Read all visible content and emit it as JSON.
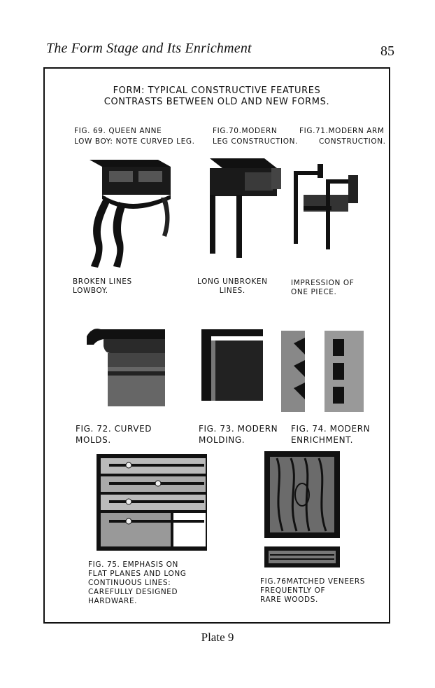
{
  "page": {
    "running_head": "The Form Stage and Its Enrichment",
    "page_number": "85",
    "plate_label": "Plate 9"
  },
  "plate": {
    "title_line1": "FORM: TYPICAL CONSTRUCTIVE FEATURES",
    "title_line2": "CONTRASTS BETWEEN OLD AND NEW FORMS.",
    "figures": [
      {
        "label_line1": "FIG. 69. QUEEN ANNE",
        "label_line2": "LOW BOY: NOTE CURVED LEG.",
        "caption_line1": "BROKEN LINES",
        "caption_line2": "LOWBOY."
      },
      {
        "label_line1": "FIG.70.MODERN",
        "label_line2": "LEG CONSTRUCTION.",
        "caption_line1": "LONG UNBROKEN",
        "caption_line2": "LINES."
      },
      {
        "label_line1": "FIG.71.MODERN ARM",
        "label_line2": "CONSTRUCTION.",
        "caption_line1": "IMPRESSION OF",
        "caption_line2": "ONE PIECE."
      },
      {
        "caption_line1": "FIG. 72. CURVED",
        "caption_line2": "MOLDS."
      },
      {
        "caption_line1": "FIG. 73. MODERN",
        "caption_line2": "MOLDING."
      },
      {
        "caption_line1": "FIG. 74. MODERN",
        "caption_line2": "ENRICHMENT."
      },
      {
        "caption_line1": "FIG. 75. EMPHASIS ON",
        "caption_line2": "FLAT PLANES AND LONG",
        "caption_line3": "CONTINUOUS LINES:",
        "caption_line4": "CAREFULLY DESIGNED",
        "caption_line5": "HARDWARE."
      },
      {
        "caption_line1": "FIG.76MATCHED VENEERS",
        "caption_line2": "FREQUENTLY OF",
        "caption_line3": "RARE WOODS."
      }
    ]
  }
}
